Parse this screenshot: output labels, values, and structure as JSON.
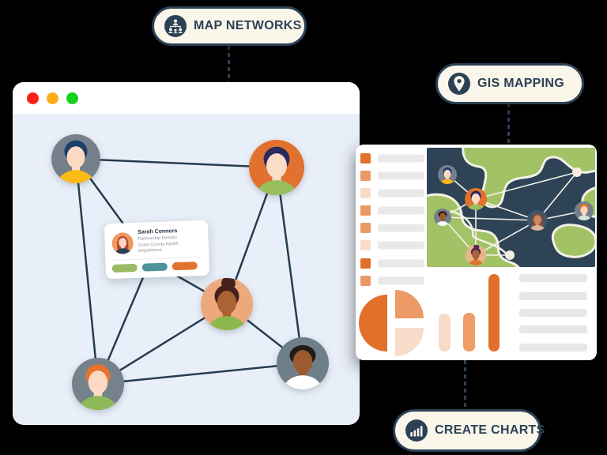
{
  "badges": {
    "map_networks": {
      "label": "MAP NETWORKS",
      "icon": "org-chart-icon"
    },
    "gis_mapping": {
      "label": "GIS MAPPING",
      "icon": "location-pin-icon"
    },
    "create_charts": {
      "label": "CREATE CHARTS",
      "icon": "bar-chart-icon"
    }
  },
  "browser_window": {
    "traffic_lights": [
      {
        "name": "close",
        "color": "#fb2018"
      },
      {
        "name": "minimize",
        "color": "#ffad15"
      },
      {
        "name": "zoom",
        "color": "#17d21b"
      }
    ],
    "network_node_count": 5
  },
  "profile_card": {
    "name": "Sarah Connors",
    "role": "Partnership Director",
    "org": "Grant County Health Department",
    "action_button_colors": [
      "#9cba62",
      "#4f929b",
      "#e0732d"
    ]
  },
  "gis_panel": {
    "legend_rows": [
      "dark",
      "medium",
      "light",
      "medium",
      "medium",
      "light",
      "dark",
      "medium"
    ],
    "legend_tone_colors": {
      "dark": "#e0702a",
      "medium": "#eb9a66",
      "light": "#f8dcc9"
    },
    "map_node_count": 6,
    "pie": {
      "slices": [
        {
          "tone": "dark",
          "color": "#e0702a",
          "fraction": 0.5
        },
        {
          "tone": "medium",
          "color": "#ec9a66",
          "fraction": 0.25
        },
        {
          "tone": "light",
          "color": "#f8dcc9",
          "fraction": 0.25
        }
      ]
    },
    "bar_chart": {
      "bars": [
        {
          "color": "#f8dcc9",
          "height": 48
        },
        {
          "color": "#ee9c68",
          "height": 49
        },
        {
          "color": "#e0702a",
          "height": 98
        }
      ]
    },
    "right_text_lines": 5
  },
  "palette": {
    "background": "#000000",
    "badge_bg": "#fbf6ea",
    "navy": "#2c4156",
    "window_body": "#e9eff8",
    "accent_orange": "#e0702a",
    "map_water": "#2e4356",
    "map_land": "#a2c365"
  }
}
